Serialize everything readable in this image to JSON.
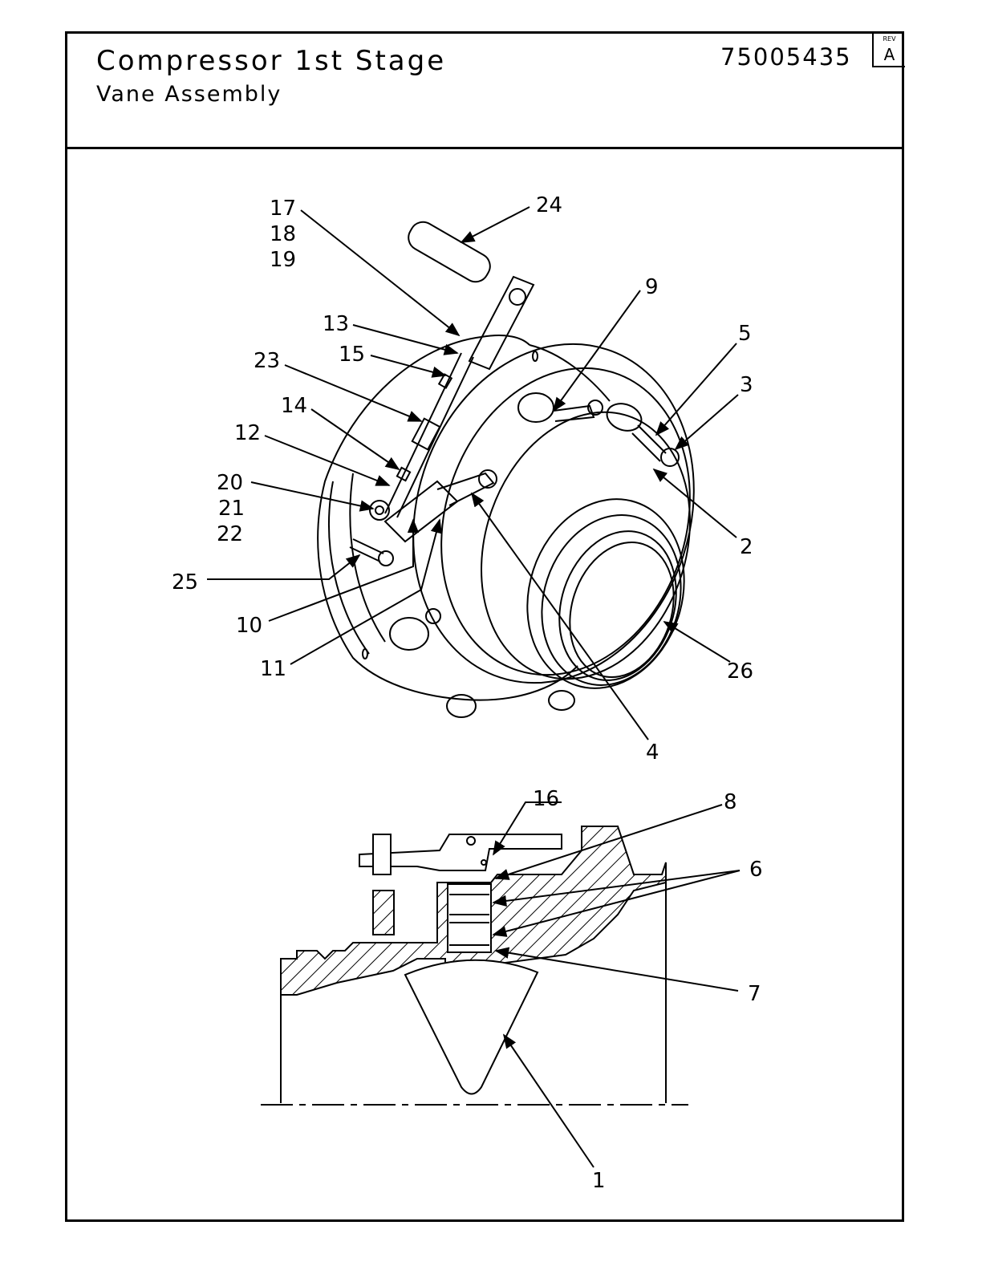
{
  "title_block": {
    "title": "Compressor 1st Stage",
    "subtitle": "Vane Assembly",
    "document_number": "75005435",
    "rev_label": "REV",
    "rev_value": "A"
  },
  "callouts": {
    "c24": "24",
    "c17": "17",
    "c18": "18",
    "c19": "19",
    "c9": "9",
    "c13": "13",
    "c15": "15",
    "c5": "5",
    "c23": "23",
    "c3": "3",
    "c14": "14",
    "c12": "12",
    "c20": "20",
    "c21": "21",
    "c22": "22",
    "c2": "2",
    "c25": "25",
    "c10": "10",
    "c26": "26",
    "c11": "11",
    "c4": "4",
    "c16": "16",
    "c8": "8",
    "c6": "6",
    "c7": "7",
    "c1": "1"
  }
}
